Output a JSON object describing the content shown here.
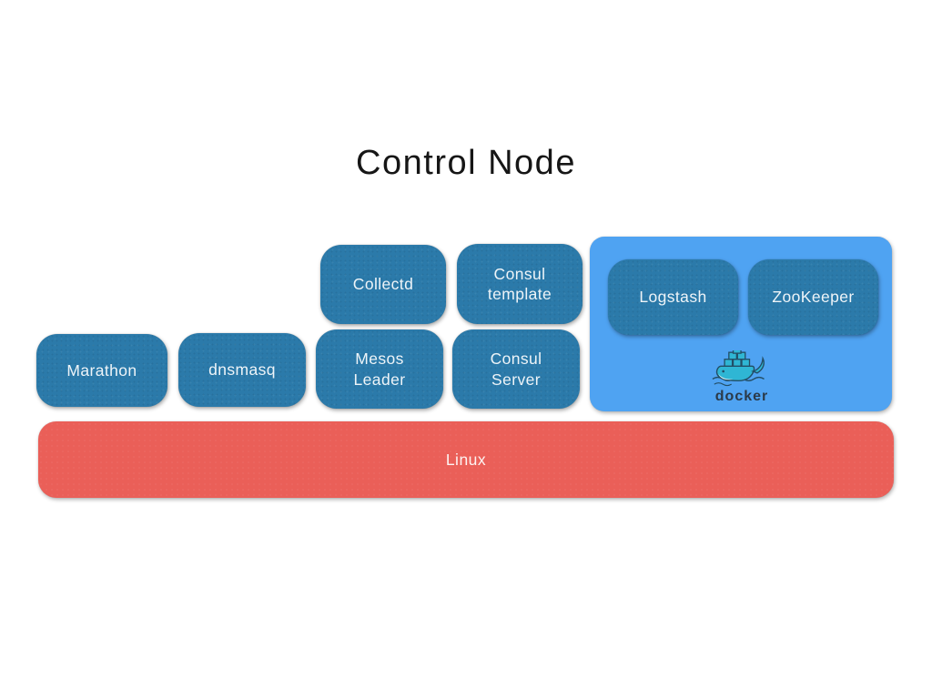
{
  "title": "Control Node",
  "colors": {
    "node_fill": "#2b7aaa",
    "docker_host_fill": "#4fa3f2",
    "linux_fill": "#ea5f58",
    "node_text": "#eef4f8",
    "title_text": "#161616",
    "whale_fill": "#2fb6d4",
    "whale_outline": "#234e66",
    "wordmark_text": "#2b3a49",
    "background": "#ffffff"
  },
  "nodes": {
    "collectd": {
      "label": "Collectd"
    },
    "consul_template": {
      "label": "Consul\ntemplate"
    },
    "marathon": {
      "label": "Marathon"
    },
    "dnsmasq": {
      "label": "dnsmasq"
    },
    "mesos_leader": {
      "label": "Mesos\nLeader"
    },
    "consul_server": {
      "label": "Consul\nServer"
    },
    "logstash": {
      "label": "Logstash"
    },
    "zookeeper": {
      "label": "ZooKeeper"
    }
  },
  "docker_group": {
    "wordmark": "docker",
    "icon": "docker-whale-icon"
  },
  "base": {
    "label": "Linux"
  }
}
